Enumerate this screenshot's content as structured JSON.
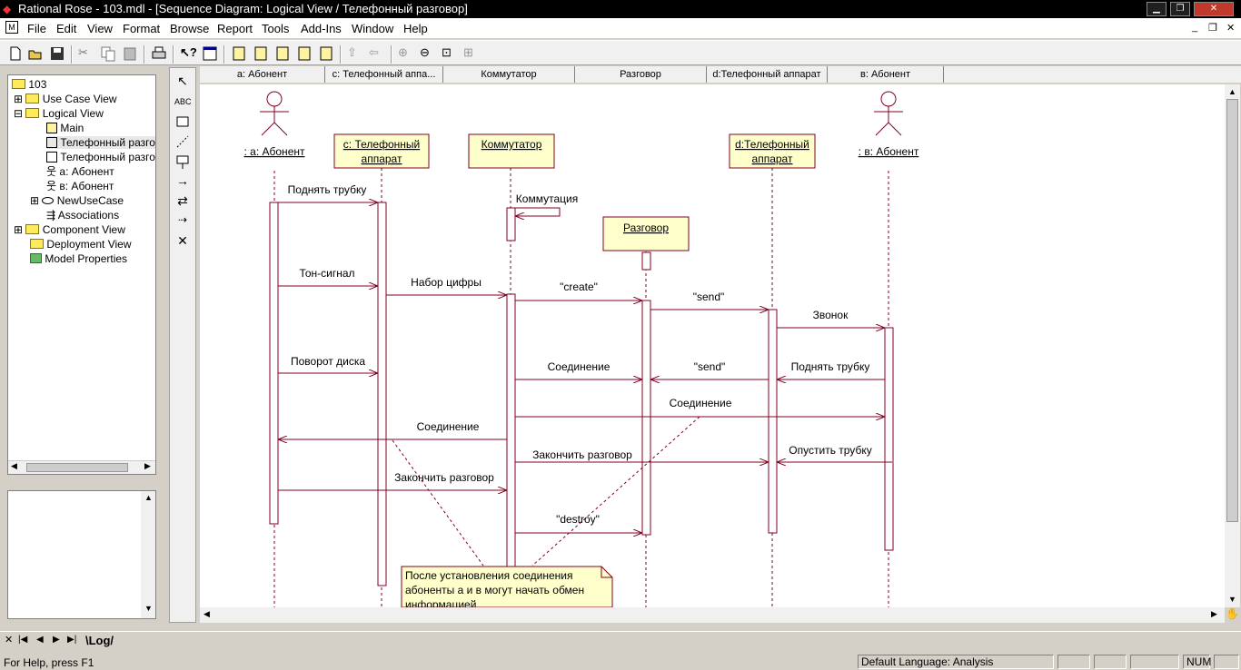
{
  "window": {
    "title": "Rational Rose - 103.mdl - [Sequence Diagram: Logical View / Телефонный разговор]"
  },
  "menu": [
    "File",
    "Edit",
    "View",
    "Format",
    "Browse",
    "Report",
    "Tools",
    "Add-Ins",
    "Window",
    "Help"
  ],
  "browser": {
    "root": "103",
    "items": [
      "Use Case View",
      "Logical View",
      "Main",
      "Телефонный разговор",
      "Телефонный разговор",
      "а: Абонент",
      "в: Абонент",
      "NewUseCase",
      "Associations",
      "Component View",
      "Deployment View",
      "Model Properties"
    ]
  },
  "columns": [
    "а: Абонент",
    "c: Телефонный аппа...",
    "Коммутатор",
    "Разговор",
    "d:Телефонный аппарат",
    "в: Абонент"
  ],
  "diagram": {
    "actor_a": ": а: Абонент",
    "obj_c_l1": "c: Телефонный",
    "obj_c_l2": "аппарат",
    "obj_switch": "Коммутатор",
    "obj_conv": "Разговор",
    "obj_d_l1": "d:Телефонный",
    "obj_d_l2": "аппарат",
    "actor_b": ": в: Абонент",
    "messages": {
      "m1": "Поднять трубку",
      "m2": "Коммутация",
      "m3": "Тон-сигнал",
      "m4": "Набор цифры",
      "m5": "\"create\"",
      "m6": "\"send\"",
      "m7": "Звонок",
      "m8": "Поворот диска",
      "m9": "Соединение",
      "m10": "\"send\"",
      "m11": "Поднять трубку",
      "m12": "Соединение",
      "m13": "Соединение",
      "m14": "Закончить разговор",
      "m15": "Опустить трубку",
      "m16": "Закончить разговор",
      "m17": "\"destroy\""
    },
    "note_l1": "После установления соединения",
    "note_l2": "абоненты а и в могут начать обмен",
    "note_l3": "информацией"
  },
  "log_tab": "\\Log/",
  "status": {
    "help": "For Help, press F1",
    "language": "Default Language: Analysis",
    "num": "NUM"
  }
}
